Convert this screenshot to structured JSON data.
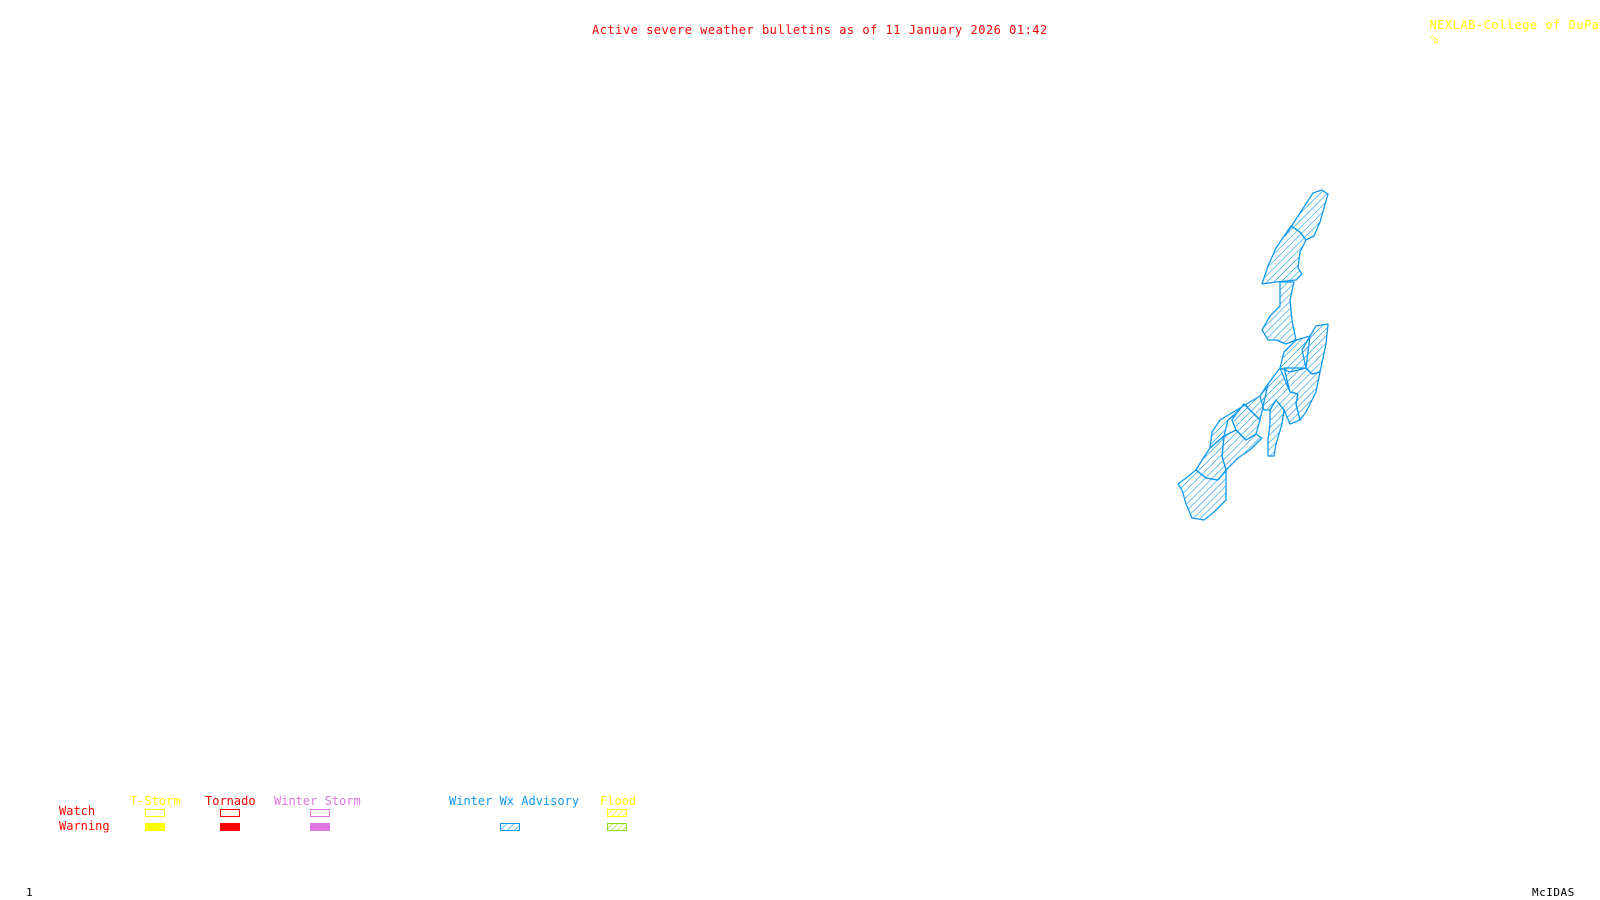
{
  "header": {
    "title": "Active severe weather bulletins as of 11 January 2026 01:42",
    "credit": "NEXLAB-College of DuPage",
    "credit_icon": "nexlab-logo-icon"
  },
  "footer": {
    "frame_number": "1",
    "software": "McIDAS"
  },
  "legend": {
    "rows": [
      "Watch",
      "Warning"
    ],
    "categories": [
      {
        "name": "T-Storm",
        "color": "#ffff00",
        "watch": "outline",
        "warning": "solid"
      },
      {
        "name": "Tornado",
        "color": "#ff0000",
        "watch": "outline",
        "warning": "solid"
      },
      {
        "name": "Winter Storm",
        "color": "#dd77dd",
        "watch": "outline",
        "warning": "solid"
      },
      {
        "name": "Winter Wx Advisory",
        "color": "#1199ee",
        "watch": null,
        "warning": "hatched"
      },
      {
        "name": "Flood",
        "color": "#ffff00",
        "watch": "hatched",
        "warning": "hatched",
        "warning_color": "#88dd22"
      }
    ]
  },
  "map": {
    "active_bulletins": [
      {
        "type": "Winter Wx Advisory",
        "color": "#1199ee",
        "style": "hatched"
      }
    ]
  }
}
